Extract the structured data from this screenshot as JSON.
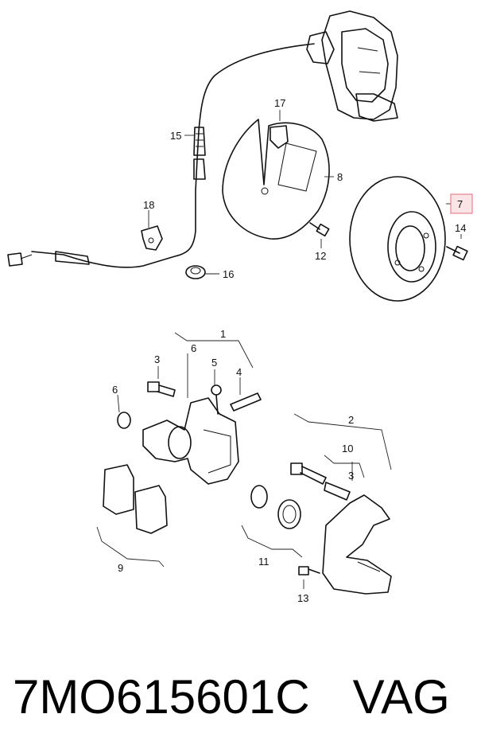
{
  "labels": {
    "l1": "1",
    "l2": "2",
    "l3a": "3",
    "l3b": "3",
    "l4": "4",
    "l5": "5",
    "l6a": "6",
    "l6b": "6",
    "l7": "7",
    "l8": "8",
    "l9": "9",
    "l10": "10",
    "l11": "11",
    "l12": "12",
    "l13": "13",
    "l14": "14",
    "l15": "15",
    "l16": "16",
    "l17": "17",
    "l18": "18"
  },
  "footer": {
    "part_number": "7MO615601C",
    "brand": "VAG"
  },
  "highlight_color": "#e36c7d"
}
